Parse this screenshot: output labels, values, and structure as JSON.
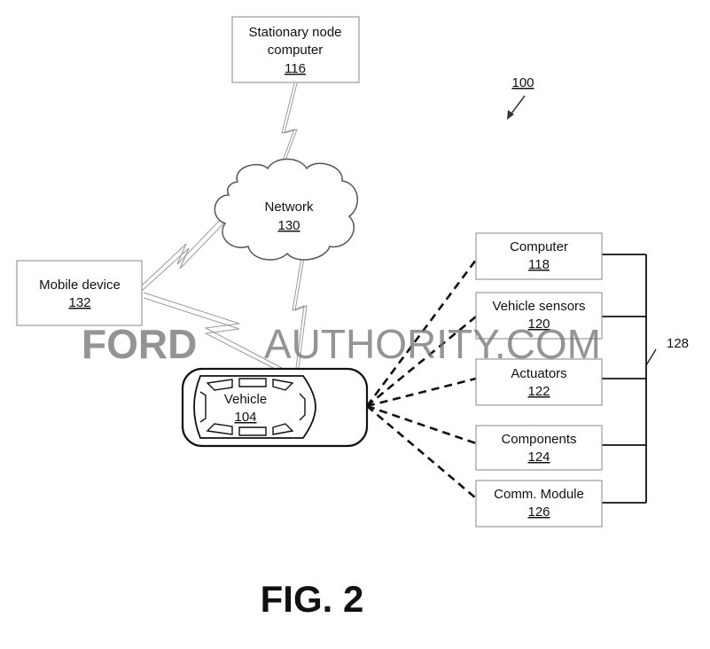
{
  "diagram": {
    "ref_label": "100",
    "bus_label": "128",
    "figure_caption": "FIG. 2",
    "watermark": {
      "bold": "FORD",
      "light": "AUTHORITY.COM"
    },
    "nodes": {
      "stationary": {
        "line1": "Stationary node",
        "line2": "computer",
        "ref": "116"
      },
      "network": {
        "name": "Network",
        "ref": "130"
      },
      "mobile": {
        "name": "Mobile device",
        "ref": "132"
      },
      "vehicle": {
        "name": "Vehicle",
        "ref": "104"
      },
      "computer": {
        "name": "Computer",
        "ref": "118"
      },
      "sensors": {
        "name": "Vehicle sensors",
        "ref": "120"
      },
      "actuators": {
        "name": "Actuators",
        "ref": "122"
      },
      "components": {
        "name": "Components",
        "ref": "124"
      },
      "comm": {
        "name": "Comm. Module",
        "ref": "126"
      }
    }
  }
}
